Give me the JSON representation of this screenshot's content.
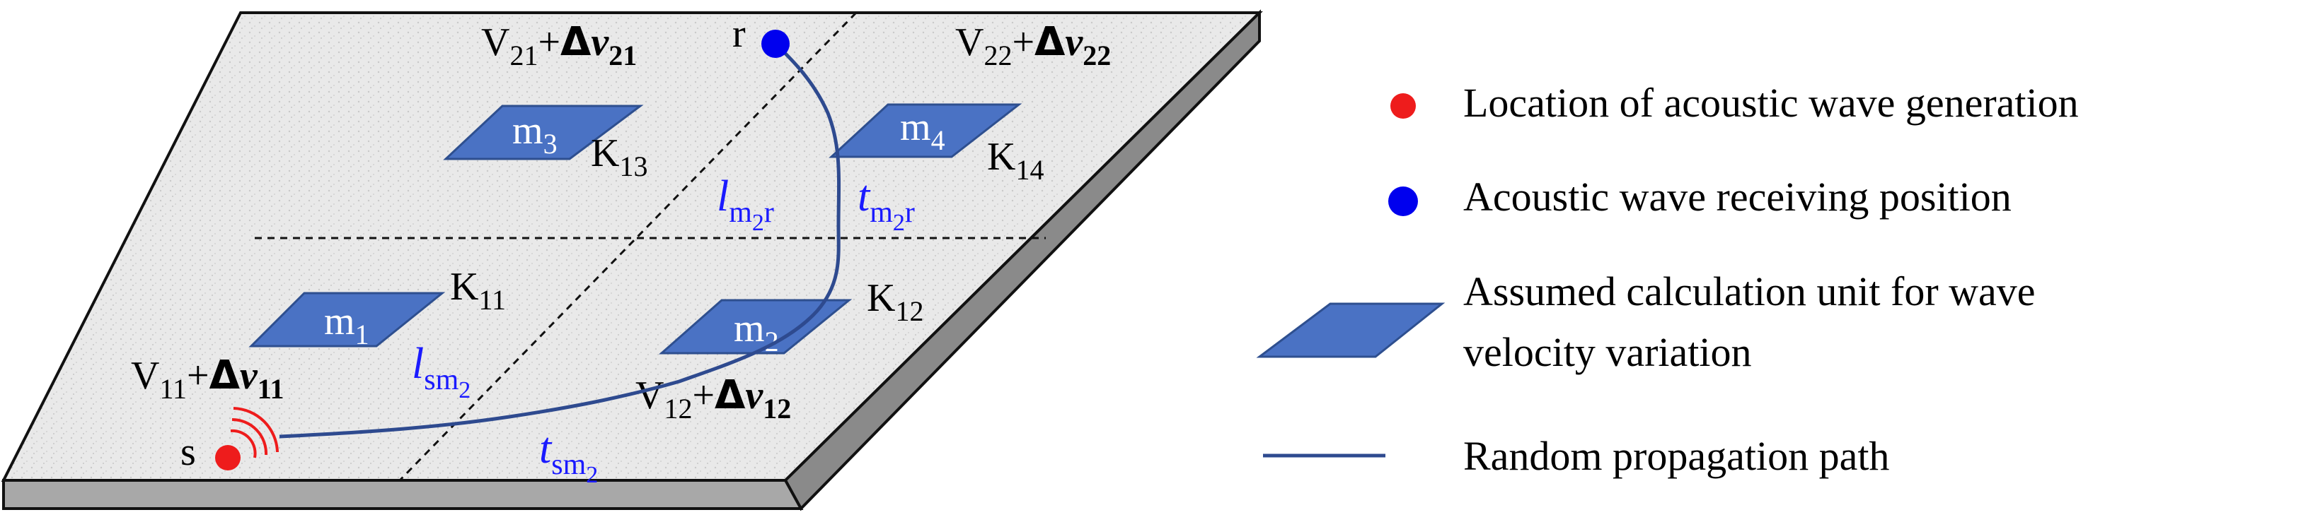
{
  "colors": {
    "slab_top": "#e9e9e9",
    "slab_side": "#8a8a8a",
    "slab_front": "#a8a8a8",
    "source_dot": "#ee1c1c",
    "receiver_dot": "#0000ee",
    "unit_fill": "#4a72c4",
    "unit_stroke": "#2e4f8f",
    "path": "#2e4a8f",
    "path_label": "#1a1aff"
  },
  "icons": {
    "source": "red-dot-with-wave-arcs",
    "receiver": "blue-dot",
    "unit": "blue-parallelogram",
    "path": "blue-line"
  },
  "points": {
    "source": "s",
    "receiver": "r"
  },
  "units": [
    {
      "base": "m",
      "sub": "1"
    },
    {
      "base": "m",
      "sub": "2"
    },
    {
      "base": "m",
      "sub": "3"
    },
    {
      "base": "m",
      "sub": "4"
    }
  ],
  "coefficients": [
    {
      "base": "K",
      "sub": "11"
    },
    {
      "base": "K",
      "sub": "12"
    },
    {
      "base": "K",
      "sub": "13"
    },
    {
      "base": "K",
      "sub": "14"
    }
  ],
  "velocities": [
    {
      "v": "V",
      "vsub": "11",
      "plus": "+",
      "delta": "Δ",
      "dv": "v",
      "dvsub": "11"
    },
    {
      "v": "V",
      "vsub": "12",
      "plus": "+",
      "delta": "Δ",
      "dv": "v",
      "dvsub": "12"
    },
    {
      "v": "V",
      "vsub": "21",
      "plus": "+",
      "delta": "Δ",
      "dv": "v",
      "dvsub": "21"
    },
    {
      "v": "V",
      "vsub": "22",
      "plus": "+",
      "delta": "Δ",
      "dv": "v",
      "dvsub": "22"
    }
  ],
  "path_labels": {
    "l_sm2": {
      "base": "l",
      "sub1": "sm",
      "sub2": "2"
    },
    "t_sm2": {
      "base": "t",
      "sub1": "sm",
      "sub2": "2"
    },
    "l_m2r": {
      "base": "l",
      "sub1": "m",
      "sub2": "2",
      "sub3": "r"
    },
    "t_m2r": {
      "base": "t",
      "sub1": "m",
      "sub2": "2",
      "sub3": "r"
    }
  },
  "legend": [
    {
      "label": "Location of acoustic wave generation"
    },
    {
      "label": "Acoustic wave receiving position"
    },
    {
      "label": "Assumed calculation unit for wave",
      "label2": "velocity variation"
    },
    {
      "label": "Random propagation path"
    }
  ]
}
